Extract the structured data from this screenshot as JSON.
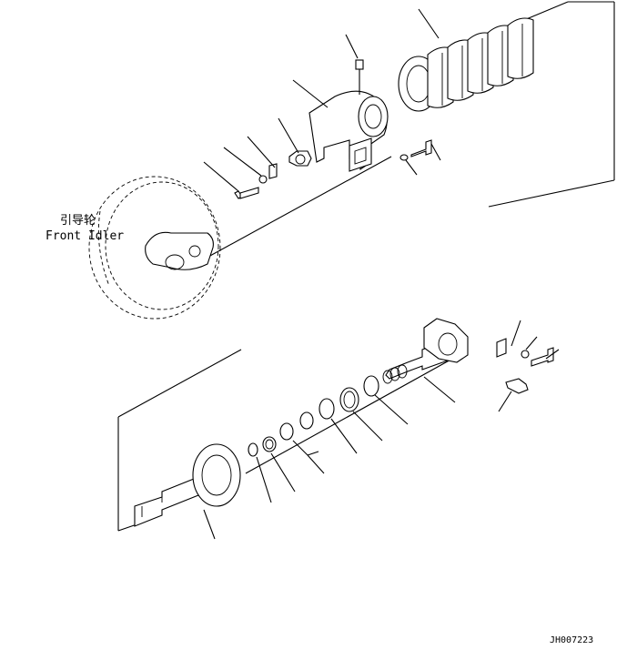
{
  "figure": {
    "idler_label_cn": "引导轮",
    "idler_label_en": "Front Idler",
    "drawing_code": "JH007223"
  }
}
